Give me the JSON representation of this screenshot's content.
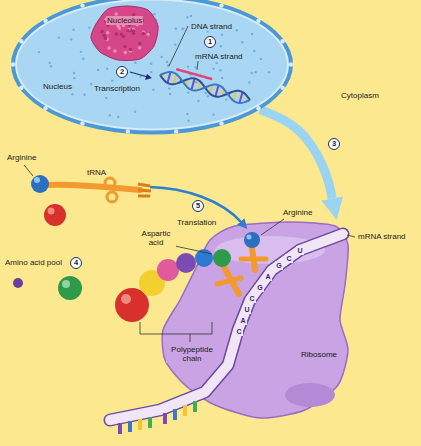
{
  "diagram": {
    "nodes": [
      {
        "text": [
          "Nucleus"
        ]
      },
      {
        "text": [
          "Nucleolus"
        ],
        "in": 0
      },
      {
        "text": [
          "Ribosome"
        ]
      }
    ],
    "edges": [
      {
        "from": 0,
        "to": 2,
        "arrow": "to"
      }
    ],
    "labels": [
      "DNA strand",
      "1",
      "mRNA strand",
      "2",
      "Transcription",
      "Cytoplasm",
      "3",
      "Arginine",
      "tRNA",
      "5",
      "Translation",
      "Arginine",
      "mRNA strand",
      "Aspartic acid",
      "Amino acid pool",
      "4",
      "Polypeptide chain",
      "U",
      "C",
      "G",
      "A",
      "G",
      "C",
      "U",
      "A",
      "C"
    ]
  }
}
